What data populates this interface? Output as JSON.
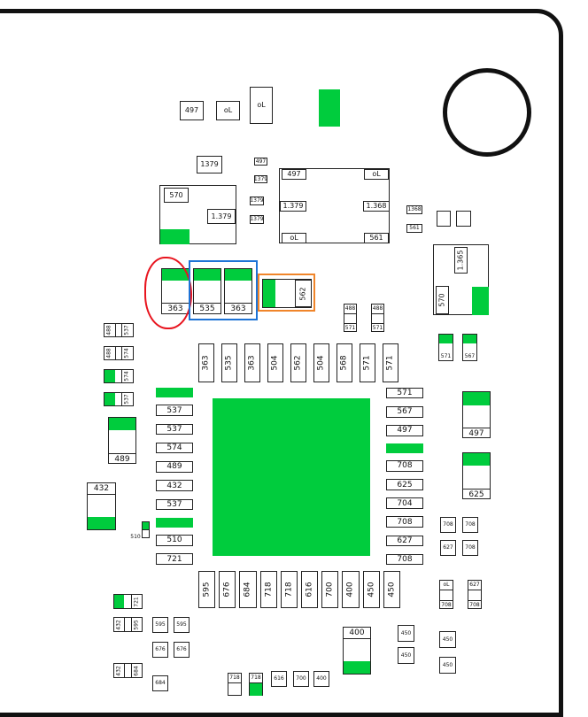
{
  "colors": {
    "pad_green": "#00cc3d",
    "board_line": "#111111",
    "red_mark": "#e8141e",
    "blue_mark": "#1d73d6",
    "orange_mark": "#f0852a"
  },
  "top": {
    "r1": "497",
    "r2": "oL",
    "r3": "oL",
    "r4": "1379",
    "r5": "497",
    "r6": "1379"
  },
  "chipA": {
    "tl": "570",
    "tr": "1.379"
  },
  "mid_small": {
    "a": "1379",
    "b": "1379"
  },
  "chipB": {
    "tl": "497",
    "tr": "oL",
    "ml": "1.379",
    "mr": "1.368",
    "bl": "oL",
    "br": "561"
  },
  "right_small": {
    "a": "1368",
    "b": "561"
  },
  "chipC": {
    "v1": "1.365",
    "v2": "570"
  },
  "marked": {
    "red": "363",
    "blue1": "535",
    "blue2": "363",
    "orange": "562"
  },
  "smalls_top": {
    "a1": "488",
    "a2": "571",
    "b1": "488",
    "b2": "571"
  },
  "left_stack": {
    "a1": "488",
    "a2": "537",
    "b1": "488",
    "b2": "574",
    "c": "574",
    "d": "537"
  },
  "right_green": {
    "a": "571",
    "b": "567"
  },
  "top_pins": [
    "363",
    "535",
    "363",
    "504",
    "562",
    "504",
    "568",
    "571",
    "571"
  ],
  "left_pins": [
    "",
    "537",
    "537",
    "574",
    "489",
    "432",
    "537",
    "",
    "510",
    "721"
  ],
  "right_pins": [
    "571",
    "567",
    "497",
    "",
    "708",
    "625",
    "704",
    "708",
    "627",
    "708"
  ],
  "bottom_pins": [
    "595",
    "676",
    "684",
    "718",
    "718",
    "616",
    "700",
    "400",
    "450",
    "450"
  ],
  "left_parts": {
    "p489": "489",
    "p432": "432",
    "p510": "510"
  },
  "right_parts": {
    "p497": "497",
    "p625": "625"
  },
  "grid_right": {
    "r1a": "708",
    "r1b": "708",
    "r2a": "627",
    "r2b": "708",
    "r3a": "oL",
    "r3b": "708",
    "r3c": "627",
    "r3d": "708"
  },
  "bottom_left": {
    "a": "721",
    "b1": "432",
    "b2": "595",
    "c1": "432",
    "c2": "684",
    "d1": "595",
    "d2": "595",
    "e1": "676",
    "e2": "676",
    "f": "684"
  },
  "bottom_mid": {
    "a": "718",
    "b": "718",
    "c": "616",
    "d": "700",
    "e": "400",
    "big": "400"
  },
  "bottom_right": {
    "a": "450",
    "b": "450",
    "c": "450",
    "d": "450"
  }
}
